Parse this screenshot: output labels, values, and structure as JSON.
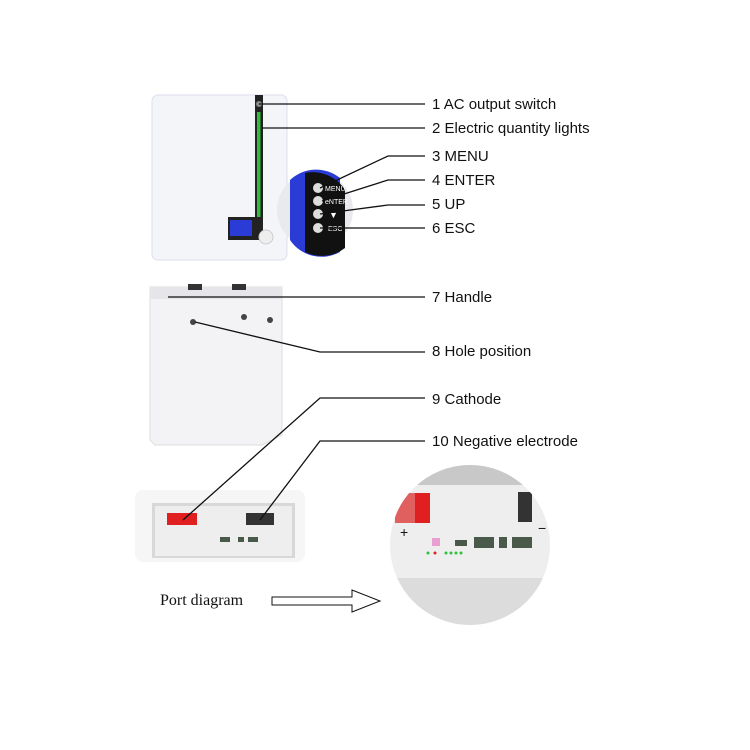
{
  "callouts": [
    {
      "number": "1",
      "label": "AC output switch"
    },
    {
      "number": "2",
      "label": "Electric quantity lights"
    },
    {
      "number": "3",
      "label": "MENU"
    },
    {
      "number": "4",
      "label": "ENTER"
    },
    {
      "number": "5",
      "label": "UP"
    },
    {
      "number": "6",
      "label": "ESC"
    },
    {
      "number": "7",
      "label": "Handle"
    },
    {
      "number": "8",
      "label": "Hole position"
    },
    {
      "number": "9",
      "label": "Cathode"
    },
    {
      "number": "10",
      "label": "Negative electrode"
    }
  ],
  "panel_buttons": [
    "MENU",
    "eNTER",
    "▼",
    "ESC"
  ],
  "terminal_signs": {
    "positive": "+",
    "negative": "−"
  },
  "port_diagram_label": "Port diagram",
  "colors": {
    "positive_terminal": "#e02020",
    "negative_terminal": "#333333",
    "display": "#2a3bd6",
    "lights": "#2fbf3a",
    "rj45": "#4a5a4a"
  }
}
